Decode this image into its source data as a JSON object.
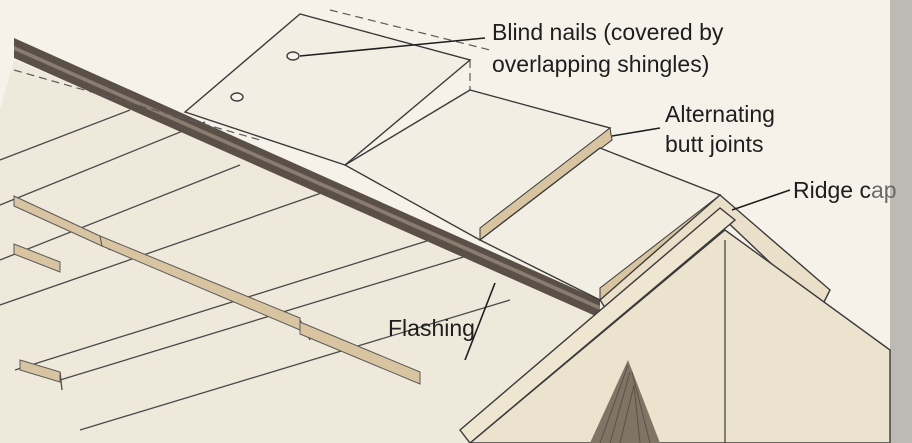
{
  "labels": {
    "blind_nails_line1": "Blind nails (covered by",
    "blind_nails_line2": "overlapping shingles)",
    "alternating_line1": "Alternating",
    "alternating_line2": "butt joints",
    "ridge_cap_main": "Ridge c",
    "ridge_cap_faint": "ap",
    "flashing": "Flashing"
  },
  "colors": {
    "background": "#f6f2ea",
    "roof_field": "#efe9dc",
    "shingle": "#f3eee4",
    "shingle_edge": "#c9ae82",
    "outline": "#3a3a3a",
    "flashing": "#5b5047",
    "gable": "#ece3cf",
    "gable_shadow": "#7f7565",
    "right_margin": "#b9b6b0"
  }
}
